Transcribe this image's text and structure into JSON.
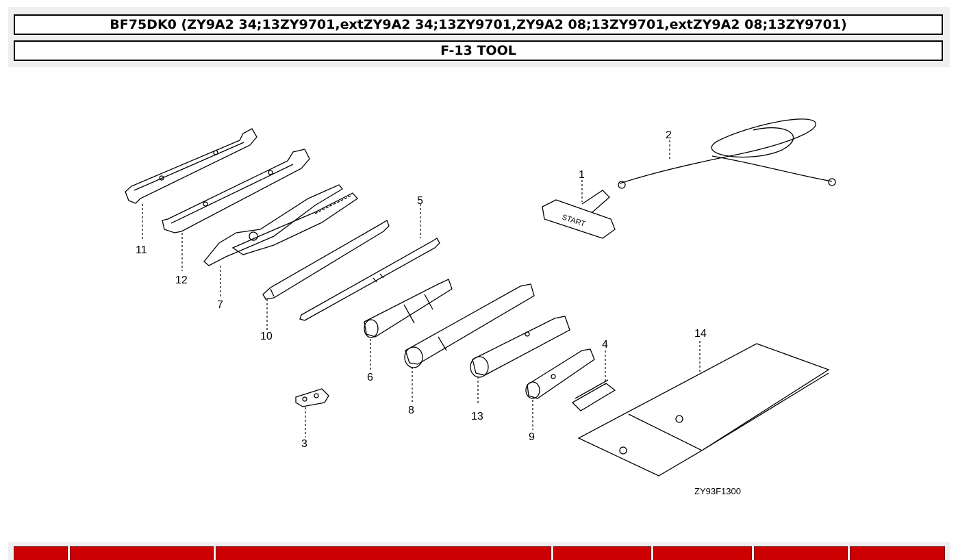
{
  "header": {
    "model_title": "BF75DK0 (ZY9A2 34;13ZY9701,extZY9A2 34;13ZY9701,ZY9A2 08;13ZY9701,extZY9A2 08;13ZY9701)",
    "section_title": "F-13 TOOL"
  },
  "diagram": {
    "image_code": "ZY93F1300",
    "part_callouts": [
      "1",
      "2",
      "3",
      "4",
      "5",
      "6",
      "7",
      "8",
      "9",
      "10",
      "11",
      "12",
      "13",
      "14"
    ],
    "decal_text": "START"
  },
  "footer": {
    "header_cells": 7,
    "accent_color": "#cc0000"
  }
}
